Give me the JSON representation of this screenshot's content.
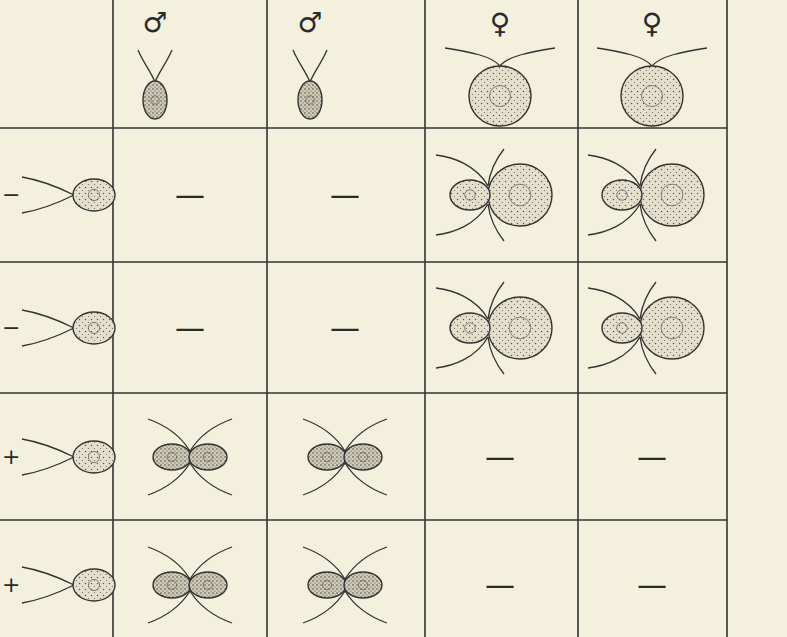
{
  "diagram": {
    "labels": [
      "♂",
      "♂",
      "♀",
      "♀",
      "−",
      "—",
      "—",
      "−",
      "—",
      "—",
      "+",
      "—",
      "—",
      "+",
      "—",
      "—"
    ]
  }
}
